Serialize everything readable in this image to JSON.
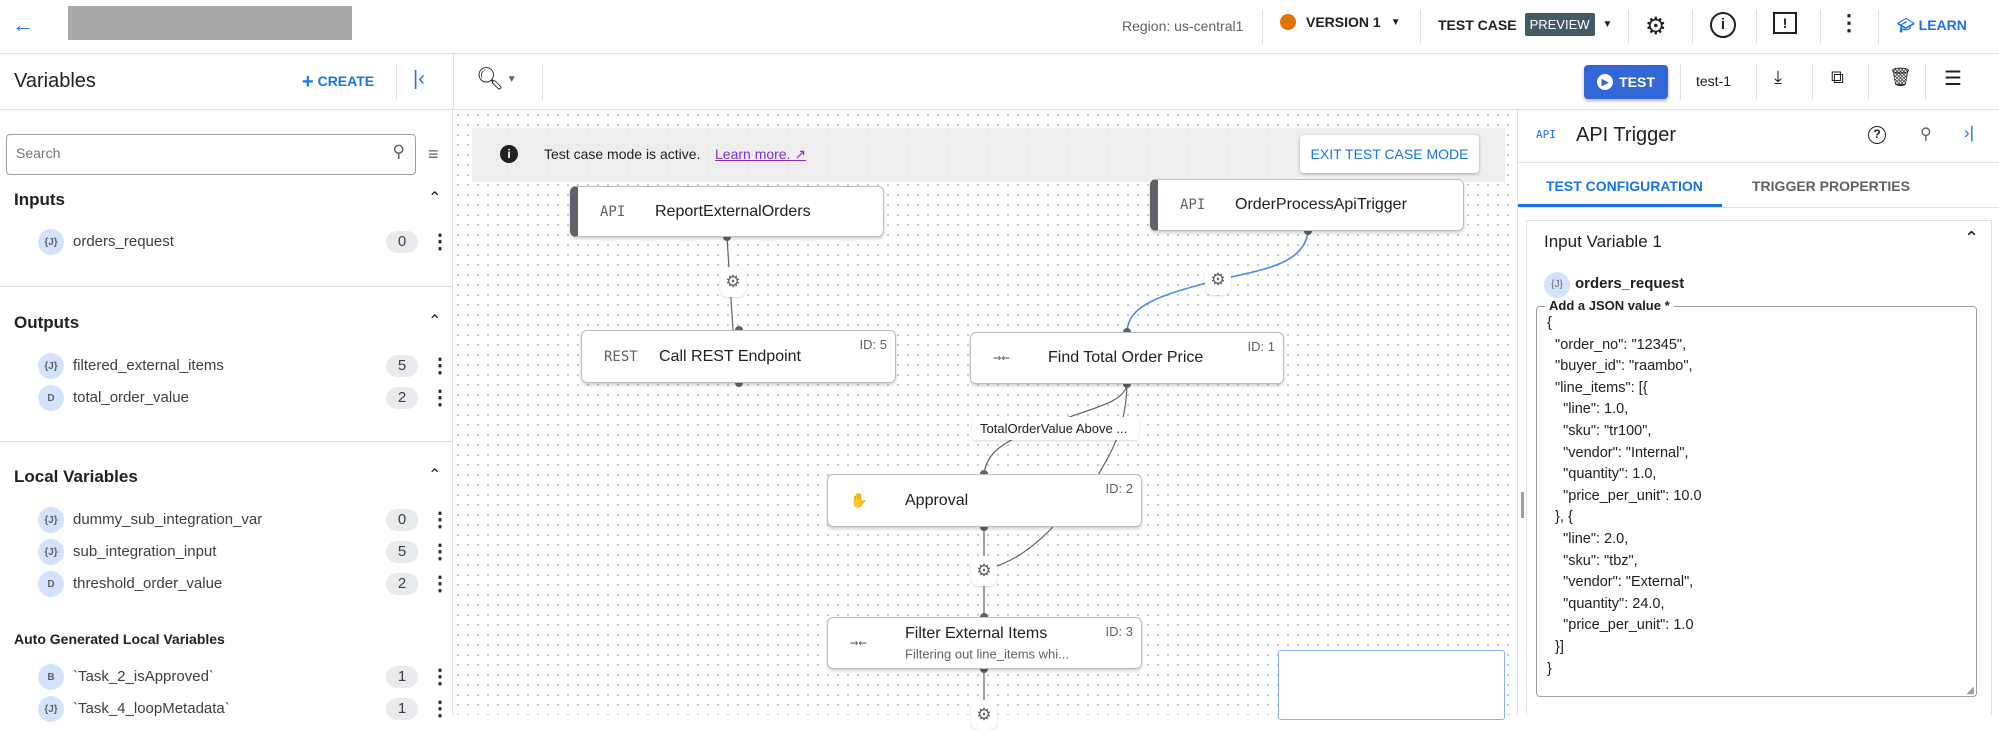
{
  "header": {
    "region": "Region: us-central1",
    "version": "VERSION 1",
    "version_color": "#e37400",
    "test_case": "TEST CASE",
    "preview_badge": "PREVIEW",
    "learn": "LEARN"
  },
  "toolbar": {
    "title": "Variables",
    "create": "CREATE",
    "test": "TEST",
    "test_case_name": "test-1"
  },
  "search": {
    "placeholder": "Search"
  },
  "variables": {
    "inputs": {
      "title": "Inputs",
      "items": [
        {
          "type": "{J}",
          "name": "orders_request",
          "count": "0"
        }
      ]
    },
    "outputs": {
      "title": "Outputs",
      "items": [
        {
          "type": "{J}",
          "name": "filtered_external_items",
          "count": "5"
        },
        {
          "type": "D",
          "name": "total_order_value",
          "count": "2"
        }
      ]
    },
    "locals": {
      "title": "Local Variables",
      "items": [
        {
          "type": "{J}",
          "name": "dummy_sub_integration_var",
          "count": "0"
        },
        {
          "type": "{J}",
          "name": "sub_integration_input",
          "count": "5"
        },
        {
          "type": "D",
          "name": "threshold_order_value",
          "count": "2"
        }
      ]
    },
    "auto": {
      "title": "Auto Generated Local Variables",
      "items": [
        {
          "type": "B",
          "name": "`Task_2_isApproved`",
          "count": "1"
        },
        {
          "type": "{J}",
          "name": "`Task_4_loopMetadata`",
          "count": "1"
        }
      ]
    }
  },
  "banner": {
    "text": "Test case mode is active.",
    "link": "Learn more.",
    "exit": "EXIT TEST CASE MODE"
  },
  "nodes": [
    {
      "icon": "API",
      "title": "ReportExternalOrders",
      "id": ""
    },
    {
      "icon": "API",
      "title": "OrderProcessApiTrigger",
      "id": ""
    },
    {
      "icon": "REST",
      "title": "Call REST Endpoint",
      "id": "ID: 5"
    },
    {
      "icon": "→←",
      "title": "Find Total Order Price",
      "id": "ID: 1"
    },
    {
      "icon": "✋",
      "title": "Approval",
      "id": "ID: 2"
    },
    {
      "icon": "→←",
      "title": "Filter External Items",
      "subtitle": "Filtering out line_items whi...",
      "id": "ID: 3"
    }
  ],
  "edge_label": "TotalOrderValue Above ...",
  "panel": {
    "icon": "API",
    "title": "API Trigger",
    "tabs": [
      "TEST CONFIGURATION",
      "TRIGGER PROPERTIES"
    ],
    "active_tab": "TEST CONFIGURATION",
    "section": "Input Variable 1",
    "var_type": "{J}",
    "var_name": "orders_request",
    "field_label": "Add a JSON value *",
    "json_value": "{\n  \"order_no\": \"12345\",\n  \"buyer_id\": \"raambo\",\n  \"line_items\": [{\n    \"line\": 1.0,\n    \"sku\": \"tr100\",\n    \"vendor\": \"Internal\",\n    \"quantity\": 1.0,\n    \"price_per_unit\": 10.0\n  }, {\n    \"line\": 2.0,\n    \"sku\": \"tbz\",\n    \"vendor\": \"External\",\n    \"quantity\": 24.0,\n    \"price_per_unit\": 1.0\n  }]\n}"
  },
  "colors": {
    "accent": "#1a73e8",
    "test_button": "#3367d6",
    "preview_badge": "#455a64"
  }
}
